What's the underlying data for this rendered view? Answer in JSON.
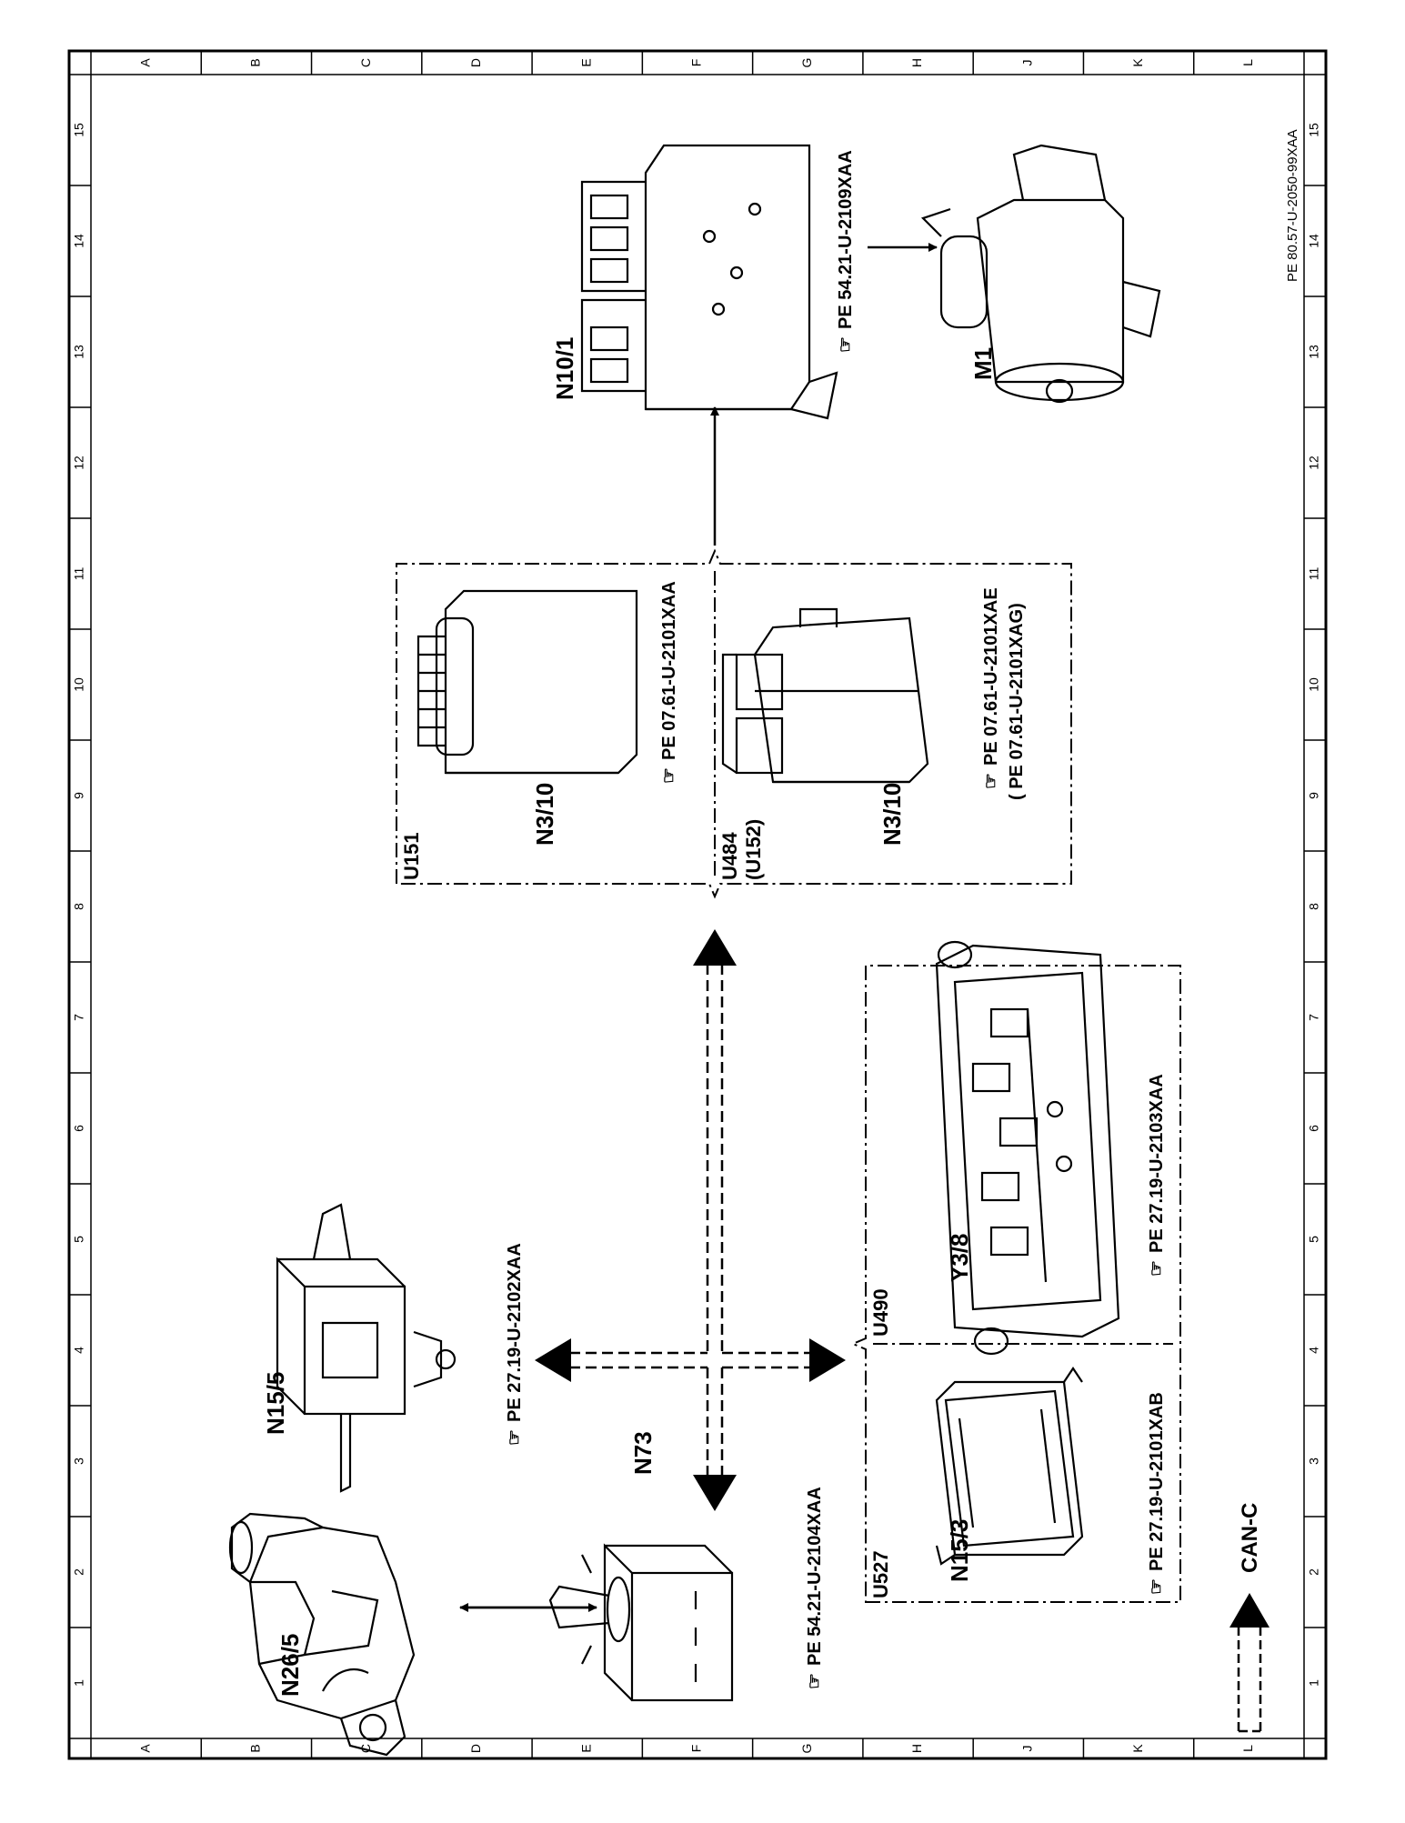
{
  "frame": {
    "row_letters": [
      "A",
      "B",
      "C",
      "D",
      "E",
      "F",
      "G",
      "H",
      "J",
      "K",
      "L"
    ],
    "col_numbers": [
      "1",
      "2",
      "3",
      "4",
      "5",
      "6",
      "7",
      "8",
      "9",
      "10",
      "11",
      "12",
      "13",
      "14",
      "15"
    ]
  },
  "document_id": "PE 80.57-U-2050-99XAA",
  "components": [
    {
      "code": "N26/5",
      "ref": ""
    },
    {
      "code": "N73",
      "ref": "PE  54.21-U-2104XAA"
    },
    {
      "code": "N15/5",
      "ref": "PE  27.19-U-2102XAA"
    },
    {
      "code": "N3/10",
      "ref": "PE  07.61-U-2101XAA"
    },
    {
      "code": "N3/10",
      "ref": "PE  07.61-U-2101XAE",
      "ref2": "(  PE  07.61-U-2101XAG)"
    },
    {
      "code": "N10/1",
      "ref": "PE  54.21-U-2109XAA"
    },
    {
      "code": "M1",
      "ref": ""
    },
    {
      "code": "N15/3",
      "ref": "PE  27.19-U-2101XAB"
    },
    {
      "code": "Y3/8",
      "ref": "PE  27.19-U-2103XAA"
    }
  ],
  "groups": {
    "u151": "U151",
    "u484": "U484",
    "u152": "(U152)",
    "u527": "U527",
    "u490": "U490"
  },
  "legend": {
    "can_c": "CAN-C"
  },
  "icons": {
    "ref_pointer": "pointing-hand-icon"
  }
}
